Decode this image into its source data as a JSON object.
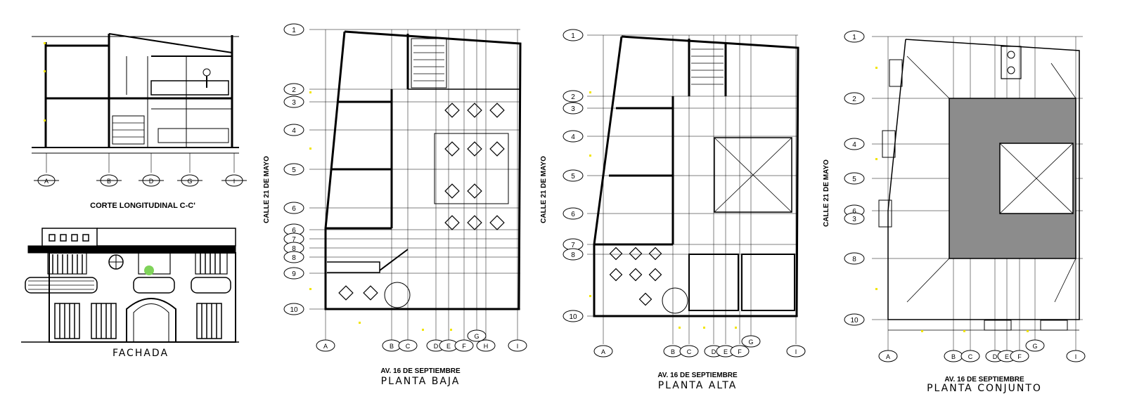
{
  "section": {
    "title": "CORTE LONGITUDINAL C-C'",
    "axes": [
      "A",
      "B",
      "D",
      "G",
      "I"
    ]
  },
  "facade": {
    "title": "FACHADA"
  },
  "plan_ground": {
    "street": "AV. 16 DE SEPTIEMBRE",
    "title": "PLANTA BAJA",
    "side_street": "CALLE 21 DE MAYO",
    "row_axes": [
      "1",
      "2",
      "3",
      "4",
      "5",
      "6",
      "6",
      "7",
      "8",
      "8",
      "9",
      "10"
    ],
    "col_axes": [
      "A",
      "B",
      "C",
      "D",
      "E",
      "F",
      "G",
      "H",
      "I"
    ]
  },
  "plan_upper": {
    "street": "AV. 16 DE SEPTIEMBRE",
    "title": "PLANTA ALTA",
    "side_street": "CALLE 21 DE MAYO",
    "row_axes": [
      "1",
      "2",
      "3",
      "4",
      "5",
      "6",
      "7",
      "8",
      "10"
    ],
    "col_axes": [
      "A",
      "B",
      "C",
      "D",
      "E",
      "F",
      "G",
      "I"
    ]
  },
  "plan_site": {
    "street": "AV. 16 DE SEPTIEMBRE",
    "title": "PLANTA CONJUNTO",
    "side_street": "CALLE 21 DE MAYO",
    "row_axes": [
      "1",
      "2",
      "3",
      "4",
      "5",
      "6",
      "8",
      "10"
    ],
    "col_axes": [
      "A",
      "B",
      "C",
      "D",
      "E",
      "F",
      "G",
      "I"
    ]
  },
  "colors": {
    "line": "#000000",
    "accent": "#7fd35a",
    "marker": "#f2e500"
  }
}
